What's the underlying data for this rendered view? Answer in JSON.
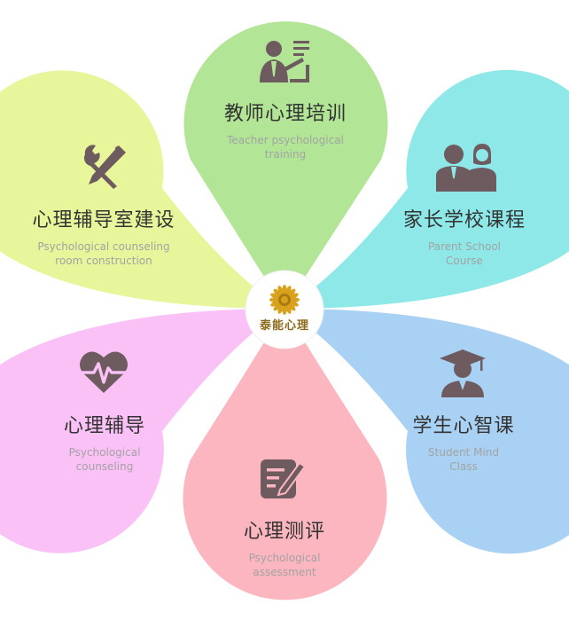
{
  "colors": {
    "teacher": "#b2e596",
    "parent": "#8ee8e8",
    "student": "#a9d1f3",
    "assessment": "#fbb6bf",
    "counseling": "#f9c1f5",
    "room": "#e7f59b",
    "icon": "#6d5b60",
    "logo_gold": "#d9a21c"
  },
  "center": {
    "logo_text": "泰能心理"
  },
  "petals": {
    "teacher": {
      "title": "教师心理培训",
      "sub1": "Teacher psychological",
      "sub2": "training",
      "icon": "teacher-presenting-icon"
    },
    "parent": {
      "title": "家长学校课程",
      "sub1": "Parent School",
      "sub2": "Course",
      "icon": "parents-couple-icon"
    },
    "student": {
      "title": "学生心智课",
      "sub1": "Student Mind",
      "sub2": "Class",
      "icon": "graduate-student-icon"
    },
    "assessment": {
      "title": "心理测评",
      "sub1": "Psychological",
      "sub2": "assessment",
      "icon": "edit-checklist-icon"
    },
    "counseling": {
      "title": "心理辅导",
      "sub1": "Psychological",
      "sub2": "counseling",
      "icon": "heartbeat-icon"
    },
    "room": {
      "title": "心理辅导室建设",
      "sub1": "Psychological counseling",
      "sub2": "room construction",
      "icon": "wrench-pencil-tools-icon"
    }
  }
}
